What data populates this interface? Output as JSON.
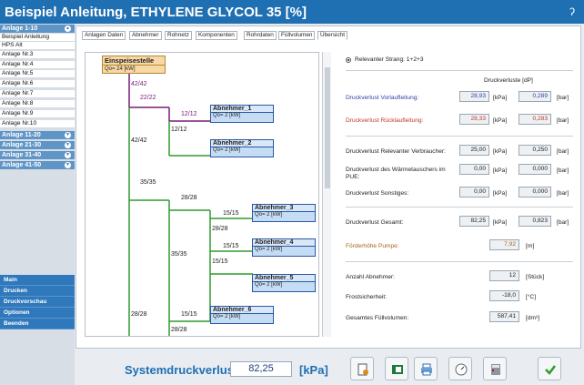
{
  "window": {
    "title": "Beispiel Anleitung, ETHYLENE GLYCOL 35 [%]"
  },
  "sidebar": {
    "groups": [
      {
        "label": "Anlage 1-10",
        "items": [
          "Beispiel Anleitung",
          "HPS Alt",
          "Anlage Nr.3",
          "Anlage Nr.4",
          "Anlage Nr.5",
          "Anlage Nr.6",
          "Anlage Nr.7",
          "Anlage Nr.8",
          "Anlage Nr.9",
          "Anlage Nr.10"
        ]
      },
      {
        "label": "Anlage 11-20"
      },
      {
        "label": "Anlage 21-30"
      },
      {
        "label": "Anlage 31-40"
      },
      {
        "label": "Anlage 41-50"
      }
    ],
    "nav": [
      "Main",
      "Drucken",
      "Druckvorschau",
      "Optionen",
      "Beenden"
    ]
  },
  "tabs": [
    "Anlagen Daten",
    "Abnehmer",
    "Rohnetz",
    "Komponenten",
    "Rohrdaten",
    "Füllvolumen",
    "Übersicht"
  ],
  "active_tab": "Übersicht",
  "diagram": {
    "source": {
      "name": "Einspeisestelle",
      "value": "Qo= 24 [kW]"
    },
    "consumers": [
      {
        "name": "Abnehmer_1",
        "value": "Qo= 2 [kW]"
      },
      {
        "name": "Abnehmer_2",
        "value": "Qo= 2 [kW]"
      },
      {
        "name": "Abnehmer_3",
        "value": "Qo= 2 [kW]"
      },
      {
        "name": "Abnehmer_4",
        "value": "Qo= 2 [kW]"
      },
      {
        "name": "Abnehmer_5",
        "value": "Qo= 2 [kW]"
      },
      {
        "name": "Abnehmer_6",
        "value": "Qo= 2 [kW]"
      }
    ],
    "pipe_labels": [
      "42/42",
      "22/22",
      "12/12",
      "12/12",
      "42/42",
      "35/35",
      "28/28",
      "15/15",
      "28/28",
      "15/15",
      "35/35",
      "15/15",
      "28/28",
      "15/15",
      "28/28"
    ]
  },
  "summary": {
    "relevant_strang": "Relevanter Strang: 1+2+3",
    "column_header": "Druckverluste [dP]",
    "rows": [
      {
        "label": "Druckverlust Vorlaufleitung:",
        "kpa": "28,93",
        "kpa_unit": "[kPa]",
        "bar": "0,289",
        "bar_unit": "[bar]",
        "color": "#2e3fa6"
      },
      {
        "label": "Druckverlust Rücklaufleitung:",
        "kpa": "28,33",
        "kpa_unit": "[kPa]",
        "bar": "0,283",
        "bar_unit": "[bar]",
        "color": "#c0392b"
      },
      {
        "label": "Druckverlust Relevanter Verbraucher:",
        "kpa": "25,00",
        "kpa_unit": "[kPa]",
        "bar": "0,250",
        "bar_unit": "[bar]",
        "color": "#222222"
      },
      {
        "label": "Druckverlust des Wärmetauschers im PUE:",
        "kpa": "0,00",
        "kpa_unit": "[kPa]",
        "bar": "0,000",
        "bar_unit": "[bar]",
        "color": "#222222"
      },
      {
        "label": "Druckverlust Sonstiges:",
        "kpa": "0,00",
        "kpa_unit": "[kPa]",
        "bar": "0,000",
        "bar_unit": "[bar]",
        "color": "#222222"
      },
      {
        "label": "Druckverlust Gesamt:",
        "kpa": "82,25",
        "kpa_unit": "[kPa]",
        "bar": "0,823",
        "bar_unit": "[bar]",
        "color": "#222222"
      }
    ],
    "pump": {
      "label": "Förderhöhe Pumpe:",
      "value": "7,92",
      "unit": "[m]",
      "color": "#a6641a"
    },
    "stats": [
      {
        "label": "Anzahl Abnehmer:",
        "value": "12",
        "unit": "[Stück]"
      },
      {
        "label": "Frostsicherheit:",
        "value": "-18,0",
        "unit": "[°C]"
      },
      {
        "label": "Gesamtes Füllvolumen:",
        "value": "587,41",
        "unit": "[dm³]"
      }
    ]
  },
  "footer": {
    "label": "Systemdruckverlust:",
    "value": "82,25",
    "unit": "[kPa]"
  },
  "colors": {
    "title_bar": "#1f6fb3",
    "green_pipe": "#2e9b2e",
    "purple_pipe": "#7b1a7b"
  }
}
